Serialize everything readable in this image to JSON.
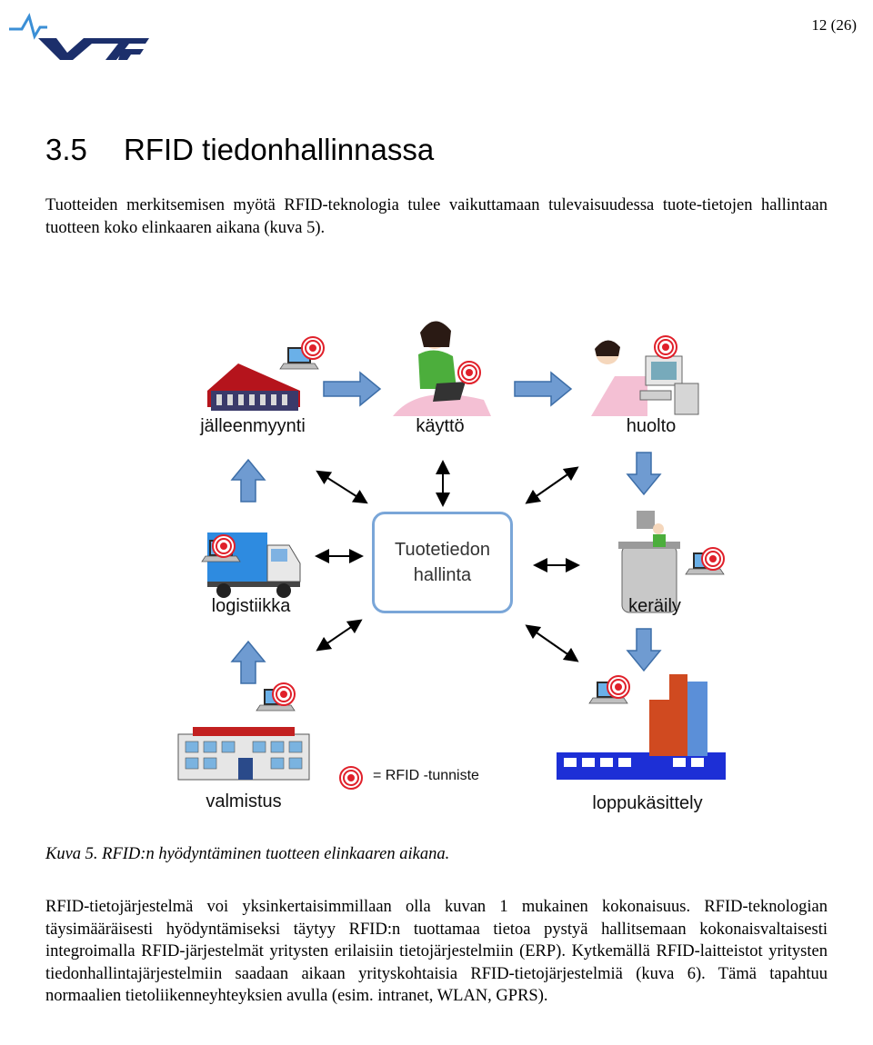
{
  "header": {
    "page_number": "12 (26)",
    "logo_alt": "VTT"
  },
  "section": {
    "number": "3.5",
    "title": "RFID tiedonhallinnassa"
  },
  "intro_text": "Tuotteiden merkitsemisen myötä RFID-teknologia tulee vaikuttamaan tulevaisuudessa tuote-tietojen hallintaan tuotteen koko elinkaaren aikana (kuva 5).",
  "figure": {
    "center": {
      "line1": "Tuotetiedon",
      "line2": "hallinta"
    },
    "nodes": {
      "resale": "jälleenmyynti",
      "use": "käyttö",
      "maintenance": "huolto",
      "logistics": "logistiikka",
      "collection": "keräily",
      "manufacturing": "valmistus",
      "disposal": "loppukäsittely"
    },
    "legend": "= RFID -tunniste",
    "colors": {
      "arrow": "#6f9bd1",
      "rfid": "#e0202a",
      "box_border": "#7aa6d8"
    }
  },
  "caption": "Kuva 5. RFID:n hyödyntäminen tuotteen elinkaaren aikana.",
  "body_text": "RFID-tietojärjestelmä voi yksinkertaisimmillaan olla kuvan 1 mukainen kokonaisuus. RFID-teknologian täysimääräisesti hyödyntämiseksi täytyy RFID:n tuottamaa tietoa pystyä hallitsemaan kokonaisvaltaisesti integroimalla RFID-järjestelmät yritysten erilaisiin tietojärjestelmiin (ERP). Kytkemällä RFID-laitteistot yritysten tiedonhallintajärjestelmiin saadaan aikaan yrityskohtaisia RFID-tietojärjestelmiä (kuva 6). Tämä tapahtuu normaalien tietoliikenneyhteyksien avulla (esim. intranet, WLAN, GPRS)."
}
